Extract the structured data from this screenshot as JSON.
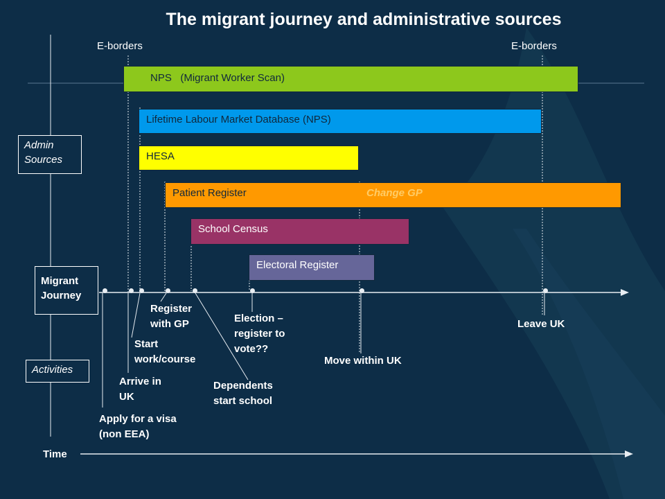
{
  "title": "The migrant journey and administrative sources",
  "eborders_left": "E-borders",
  "eborders_right": "E-borders",
  "colors": {
    "background": "#0d2d47",
    "nps": "#8dc81c",
    "lifetime": "#0099ec",
    "hesa": "#ffff00",
    "patient": "#ff9900",
    "school": "#993366",
    "electoral": "#666699",
    "change_gp": "#ffcc66"
  },
  "sources": {
    "nps": {
      "label_a": "NPS",
      "label_b": "(Migrant Worker Scan)"
    },
    "lifetime": "Lifetime Labour Market Database (NPS)",
    "hesa": "HESA",
    "patient": "Patient Register",
    "change_gp": "Change GP",
    "school": "School Census",
    "electoral": "Electoral Register"
  },
  "side_labels": {
    "admin_l1": "Admin",
    "admin_l2": "Sources",
    "journey_l1": "Migrant",
    "journey_l2": "Journey",
    "activities": "Activities",
    "time": "Time"
  },
  "events": {
    "visa_l1": "Apply for a visa",
    "visa_l2": "(non EEA)",
    "arrive_l1": "Arrive in",
    "arrive_l2": "UK",
    "work_l1": "Start",
    "work_l2": "work/course",
    "gp_l1": "Register",
    "gp_l2": "with GP",
    "school_l1": "Dependents",
    "school_l2": "start school",
    "vote_l1": "Election –",
    "vote_l2": "register to",
    "vote_l3": "vote??",
    "move": "Move within UK",
    "leave": "Leave UK"
  }
}
